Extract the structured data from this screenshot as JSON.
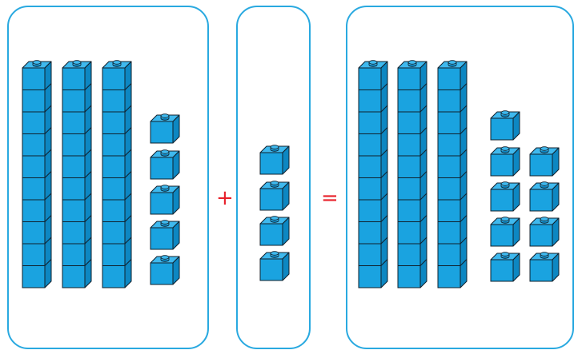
{
  "equation": {
    "operators": {
      "plus": "+",
      "equals": "="
    },
    "left_group": {
      "tens_rods": 3,
      "ones_cubes": 5
    },
    "middle_group": {
      "tens_rods": 0,
      "ones_cubes": 4
    },
    "result_group": {
      "tens_rods": 3,
      "ones_cubes": 9
    }
  },
  "colors": {
    "cube_fill": "#1aa3e0",
    "cube_top": "#3fb9ee",
    "cube_side": "#0d87c2",
    "outline": "#10202c",
    "panel_border": "#29a9e0",
    "operator": "#e8202a"
  }
}
